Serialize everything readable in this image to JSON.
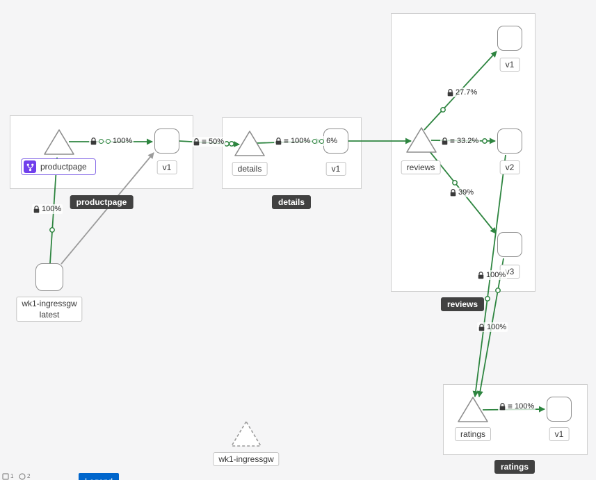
{
  "graph": {
    "groups": {
      "productpage": {
        "label": "productpage"
      },
      "details": {
        "label": "details"
      },
      "reviews": {
        "label": "reviews"
      },
      "ratings": {
        "label": "ratings"
      }
    },
    "nodes": {
      "productpage_service": {
        "label": "productpage"
      },
      "productpage_v1": {
        "label": "v1"
      },
      "details_service": {
        "label": "details"
      },
      "details_v1": {
        "label": "v1"
      },
      "reviews_service": {
        "label": "reviews"
      },
      "reviews_v1": {
        "label": "v1"
      },
      "reviews_v2": {
        "label": "v2"
      },
      "reviews_v3": {
        "label": "v3"
      },
      "ratings_service": {
        "label": "ratings"
      },
      "ratings_v1": {
        "label": "v1"
      },
      "ingress_workload": {
        "label_line1": "wk1-ingressgw",
        "label_line2": "latest"
      },
      "ingress_service": {
        "label": "wk1-ingressgw"
      }
    },
    "edge_labels": {
      "gw_to_productpage": {
        "pct": "100%"
      },
      "productpage_to_v1": {
        "pct": "100%"
      },
      "v1_to_details": {
        "prefix": "≡",
        "pct": "50%"
      },
      "details_to_v1": {
        "prefix": "≡",
        "pct": "100%",
        "pct2": "6%"
      },
      "reviews_to_v1": {
        "pct": "27.7%"
      },
      "reviews_to_v2": {
        "prefix": "≡",
        "pct": "33.2%"
      },
      "reviews_to_v3": {
        "pct": "39%"
      },
      "v3_to_ratings": {
        "pct": "100%"
      },
      "v2_to_ratings": {
        "pct": "100%"
      },
      "ratings_to_v1": {
        "prefix": "≡",
        "pct": "100%"
      }
    }
  },
  "toolbar": {
    "hint1": "1",
    "hint2": "2",
    "legend_button": "Legend"
  },
  "colors": {
    "edge_success": "#2E8540",
    "edge_idle": "#9B9B9B",
    "group_label_bg": "#414141",
    "badge_purple": "#703FEC",
    "selected_border": "#8A6FE8",
    "legend_button_bg": "#0066CC"
  }
}
